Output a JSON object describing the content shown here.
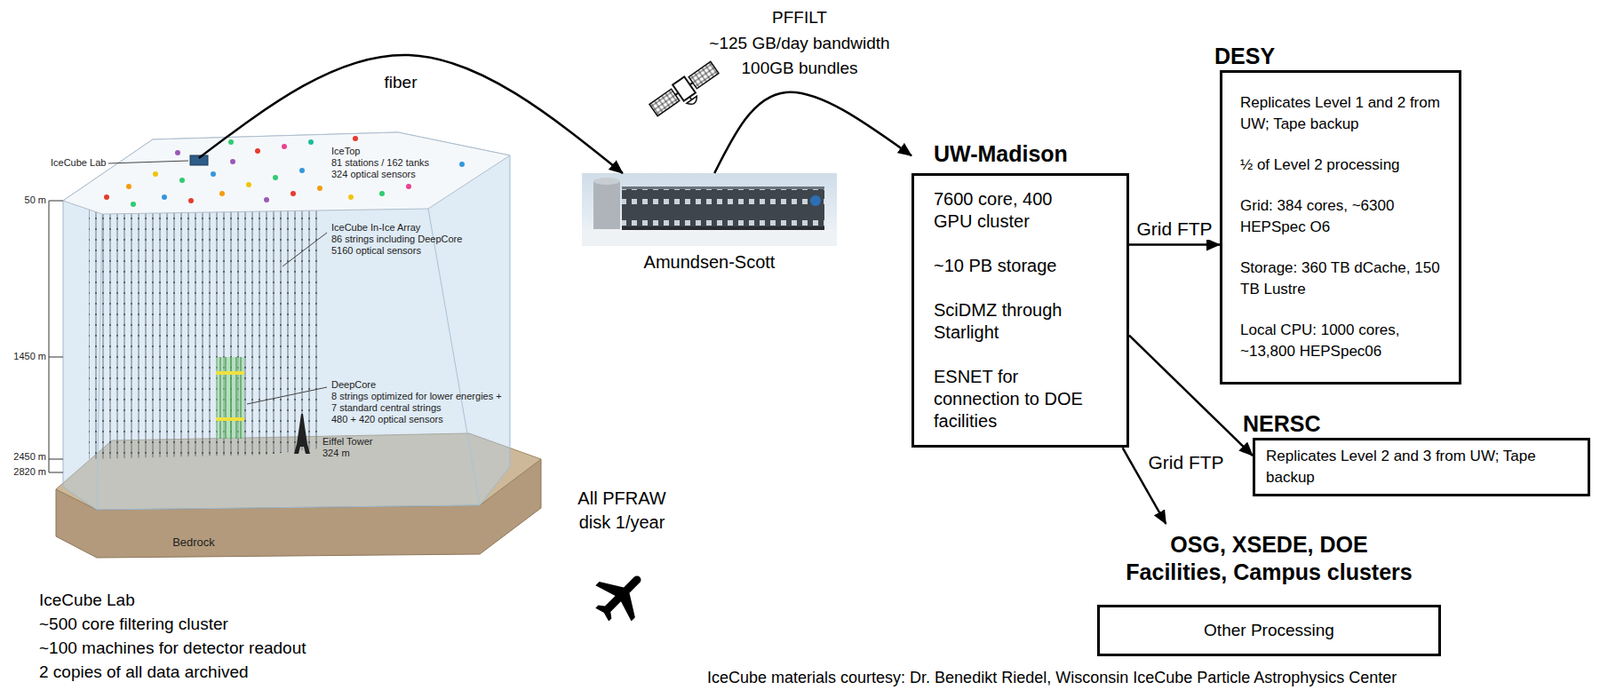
{
  "diagram": {
    "nodes": [
      {
        "text": [
          "IceCube Lab",
          "~500 core filtering cluster",
          "~100 machines for detector readout",
          "2 copies of all data archived"
        ]
      },
      {
        "text": [
          "Amundsen-Scott"
        ]
      },
      {
        "text": [
          "UW-Madison",
          "7600 core, 400 GPU cluster",
          "~10 PB storage",
          "SciDMZ through Starlight",
          "ESNET for connection to DOE facilities"
        ]
      },
      {
        "text": [
          "DESY",
          "Replicates Level 1 and 2 from UW; Tape backup",
          "½ of Level 2 processing",
          "Grid: 384 cores, ~6300 HEPSpec O6",
          "Storage: 360 TB dCache, 150 TB Lustre",
          "Local CPU: 1000 cores, ~13,800 HEPSpec06"
        ]
      },
      {
        "text": [
          "NERSC",
          "Replicates Level 2 and 3 from UW; Tape backup"
        ]
      },
      {
        "text": [
          "OSG, XSEDE, DOE Facilities, Campus clusters",
          "Other Processing"
        ]
      }
    ],
    "edges": [
      {
        "from": 0,
        "to": 1,
        "label": "fiber",
        "arrow": "to"
      },
      {
        "from": 1,
        "to": 2,
        "label": "PFFILT",
        "arrow": "to"
      },
      {
        "from": 2,
        "to": 3,
        "label": "Grid FTP",
        "arrow": "to"
      },
      {
        "from": 2,
        "to": 4,
        "label": "Grid FTP",
        "arrow": "to"
      },
      {
        "from": 2,
        "to": 5,
        "arrow": "to"
      }
    ],
    "labels": [
      "IceCube Lab",
      "IceTop",
      "81 stations / 162 tanks",
      "324 optical sensors",
      "IceCube In-Ice Array",
      "86 strings including DeepCore",
      "5160 optical sensors",
      "50 m",
      "1450 m",
      "DeepCore",
      "8 strings optimized for lower energies +",
      "7 standard central strings",
      "480 + 420 optical sensors",
      "Eiffel Tower",
      "324 m",
      "2450 m",
      "2820 m",
      "Bedrock",
      "~125 GB/day bandwidth",
      "100GB bundles",
      "All PFRAW disk 1/year",
      "IceCube materials courtesy: Dr. Benedikt Riedel, Wisconsin IceCube Particle Astrophysics Center"
    ]
  }
}
